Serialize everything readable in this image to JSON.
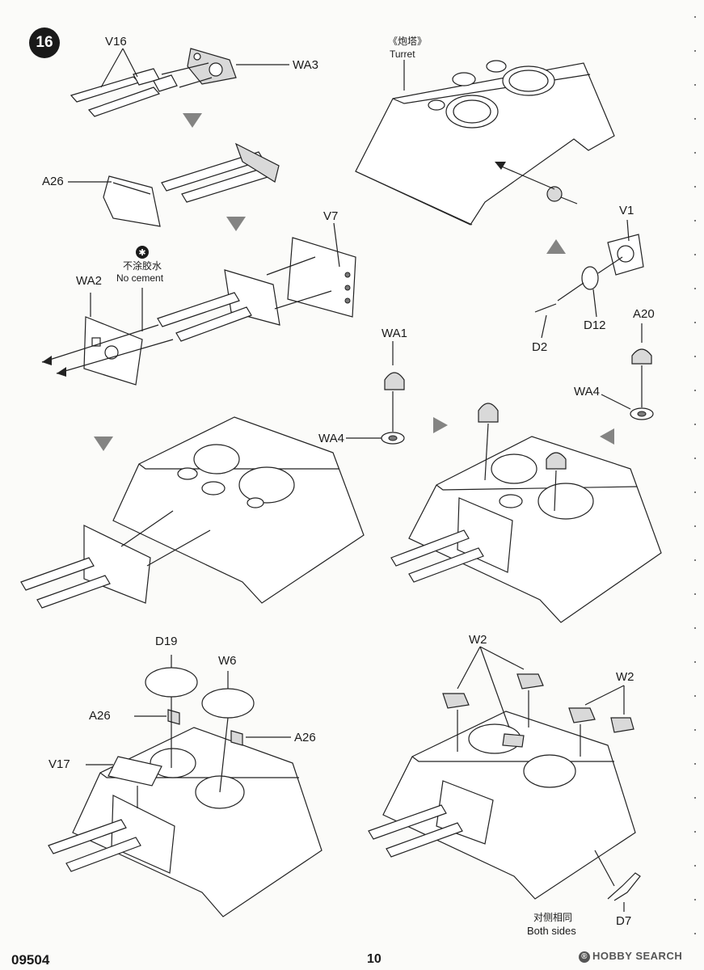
{
  "step_number": "16",
  "labels": {
    "v16": "V16",
    "wa3": "WA3",
    "a26_top": "A26",
    "v7": "V7",
    "no_cement_cn": "不涂胶水",
    "no_cement_en": "No cement",
    "wa2": "WA2",
    "turret_cn": "《炮塔》",
    "turret_en": "Turret",
    "v1": "V1",
    "d12": "D12",
    "d2": "D2",
    "a20": "A20",
    "wa4_right": "WA4",
    "wa1": "WA1",
    "wa4_left": "WA4",
    "d19": "D19",
    "w6": "W6",
    "a26_left": "A26",
    "a26_right": "A26",
    "v17": "V17",
    "w2_top": "W2",
    "w2_right": "W2",
    "both_sides_cn": "对侧相同",
    "both_sides_en": "Both sides",
    "d7": "D7"
  },
  "footer": {
    "kit_number": "09504",
    "page_number": "10",
    "watermark": "HOBBY SEARCH"
  }
}
